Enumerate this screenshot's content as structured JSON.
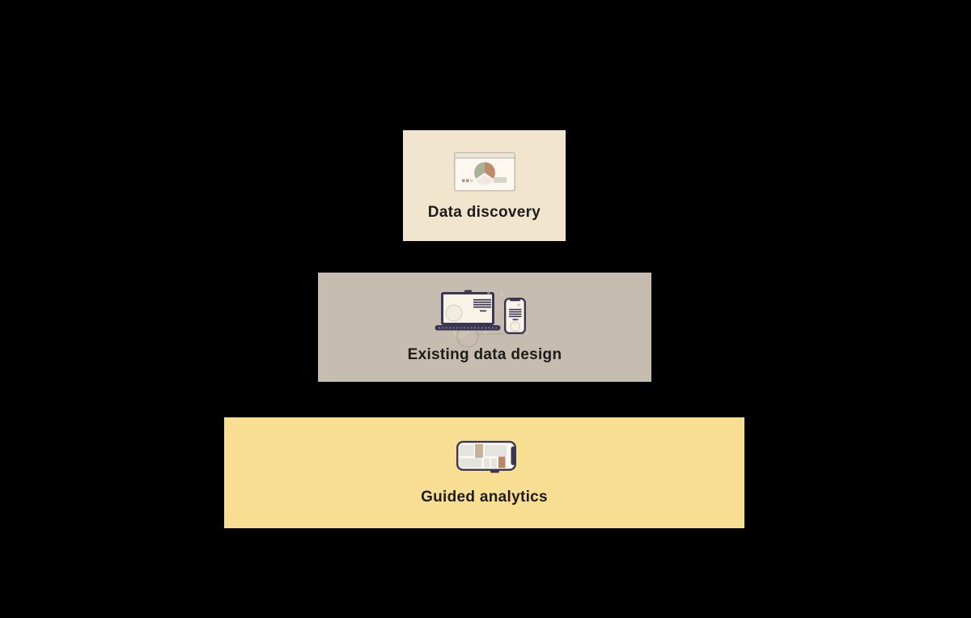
{
  "canvas": {
    "background_color": "#000000"
  },
  "panels": [
    {
      "name": "data-discovery",
      "label": "Data discovery",
      "background_color": "#f1e5ce",
      "icon": "pie-chart-window-icon"
    },
    {
      "name": "existing-data-design",
      "label": "Existing data design",
      "background_color": "#c6bcaf",
      "icon": "laptop-and-phone-icon"
    },
    {
      "name": "guided-analytics",
      "label": "Guided analytics",
      "background_color": "#f8de93",
      "icon": "tablet-dashboard-icon"
    }
  ],
  "colors": {
    "label_text": "#1e1c1a",
    "device_frame_navy": "#3b3752",
    "device_screen_cream": "#f9f3e7",
    "window_background": "#fcf8ef",
    "window_titlebar": "#eae5d7",
    "pie_sage_green": "#a9b298",
    "pie_terracotta": "#c08a6b",
    "pie_pale_pink": "#f3e7e1",
    "legend_sage": "#99a287",
    "legend_terracotta": "#c08a6b",
    "legend_pink": "#e3cfc8",
    "tile_gray": "#e5e3de",
    "tile_tan": "#c4b29d",
    "tile_terracotta": "#bd8767",
    "decor_circle_fill": "#cdc3b1",
    "decor_outline": "#b3a694",
    "decor_plus_beige": "#d9cdb0",
    "decor_plus_gray": "#a29889"
  }
}
